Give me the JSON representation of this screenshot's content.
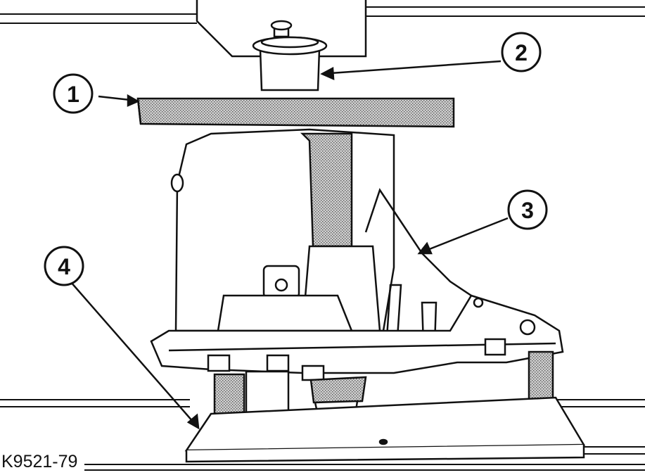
{
  "figure_id": "K9521-79",
  "callouts": [
    {
      "label": "1"
    },
    {
      "label": "2"
    },
    {
      "label": "3"
    },
    {
      "label": "4"
    }
  ],
  "colors": {
    "line": "#111111",
    "shade": "#9a9a9a",
    "background": "#ffffff"
  }
}
